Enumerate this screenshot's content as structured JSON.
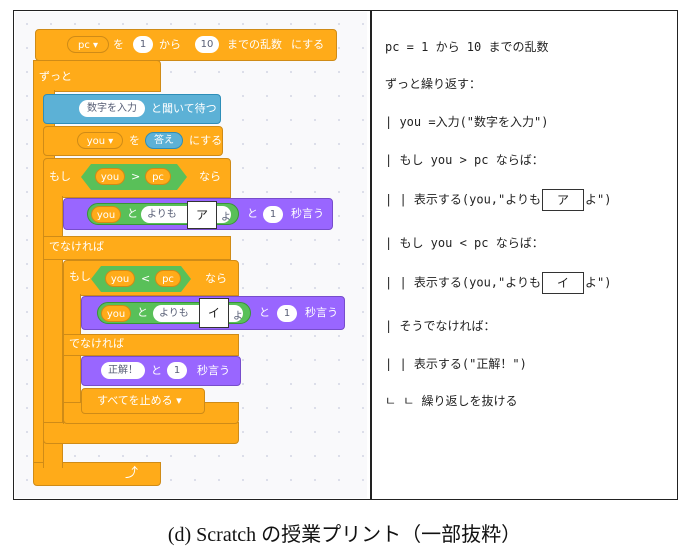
{
  "scratch": {
    "set_rand": {
      "var": "pc",
      "op1": "を",
      "from": "1",
      "op2": "から",
      "to": "10",
      "op3": "までの乱数",
      "op4": "にする"
    },
    "forever_label": "ずっと",
    "ask": {
      "prompt": "数字を入力",
      "suffix": "と聞いて待つ"
    },
    "set_answer": {
      "var": "you",
      "op1": "を",
      "value": "答え",
      "op2": "にする"
    },
    "if1": {
      "label": "もし",
      "left": "you",
      "op": ">",
      "right": "pc",
      "then": "なら"
    },
    "say1": {
      "join_a": "you",
      "join": "と",
      "text": "よりも",
      "blank": "ア",
      "yo": "よ",
      "and": "と",
      "secs": "1",
      "say": "秒言う"
    },
    "else1": "でなければ",
    "if2": {
      "label": "もし",
      "left": "you",
      "op": "<",
      "right": "pc",
      "then": "なら"
    },
    "say2": {
      "join_a": "you",
      "join": "と",
      "text": "よりも",
      "blank": "イ",
      "yo": "よ",
      "and": "と",
      "secs": "1",
      "say": "秒言う"
    },
    "else2": "でなければ",
    "say3": {
      "text": "正解！",
      "and": "と",
      "secs": "1",
      "say": "秒言う"
    },
    "stop": "すべてを止める",
    "loop_arrow": "⤴"
  },
  "pseudocode": {
    "l1": "pc = 1 から 10 までの乱数",
    "l2": "ずっと繰り返す：",
    "l3": "|   you =入力(\"数字を入力\")",
    "l4": "|   もし you > pc ならば：",
    "l5a": "|   |   表示する(you,\"よりも",
    "l5b": "ア",
    "l5c": "よ\")",
    "l6": "|   もし you < pc ならば：",
    "l7a": "|   |   表示する(you,\"よりも",
    "l7b": "イ",
    "l7c": "よ\")",
    "l8": "|   そうでなければ：",
    "l9": "|   |   表示する(\"正解！\")",
    "l10": "ㄴ   ㄴ   繰り返しを抜ける"
  },
  "caption": "(d) Scratch の授業プリント（一部抜粋）"
}
